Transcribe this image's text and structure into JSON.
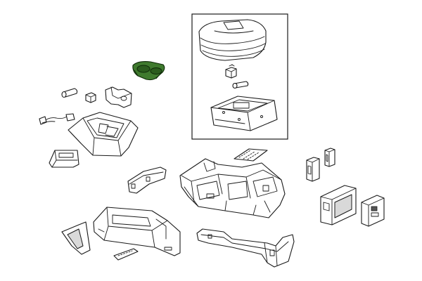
{
  "colors": {
    "line": "#1a1a1a",
    "highlight": "#3f7a2e",
    "background": "#ffffff"
  },
  "parts": [
    {
      "id": "armrest-lid"
    },
    {
      "id": "lid-latch"
    },
    {
      "id": "lid-hinge-pin"
    },
    {
      "id": "storage-bin"
    },
    {
      "id": "cup-holder-insert",
      "highlighted": true
    },
    {
      "id": "pin-left"
    },
    {
      "id": "clip-small"
    },
    {
      "id": "bracket-upper"
    },
    {
      "id": "wire-harness"
    },
    {
      "id": "front-bezel-housing"
    },
    {
      "id": "tray-small"
    },
    {
      "id": "mat-insert"
    },
    {
      "id": "side-bracket-left"
    },
    {
      "id": "main-console-base"
    },
    {
      "id": "switch-right-a"
    },
    {
      "id": "switch-right-b"
    },
    {
      "id": "usb-module"
    },
    {
      "id": "aux-panel"
    },
    {
      "id": "side-panel-left"
    },
    {
      "id": "side-trim-front"
    },
    {
      "id": "lower-rail-bracket"
    },
    {
      "id": "trim-strip"
    }
  ]
}
